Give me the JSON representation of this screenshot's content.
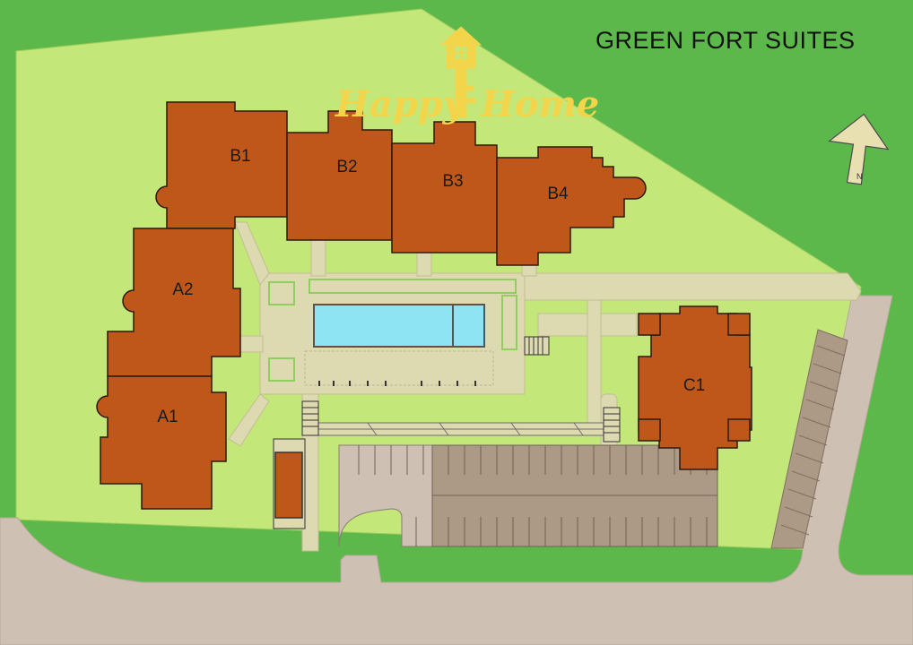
{
  "map": {
    "title": "GREEN FORT SUITES",
    "logo": {
      "text_part1": "Happy",
      "text_part2": "Home",
      "icon": "house-key-icon"
    },
    "north_arrow": {
      "label": "N",
      "icon": "north-arrow-icon"
    },
    "buildings": {
      "b1": "B1",
      "b2": "B2",
      "b3": "B3",
      "b4": "B4",
      "a1": "A1",
      "a2": "A2",
      "c1": "C1"
    },
    "colors": {
      "outer_green": "#5cb84a",
      "lawn": "#c3e879",
      "building": "#c0571a",
      "pool": "#8fe4f3",
      "paving": "#ddd9b1",
      "road": "#cfc0b4",
      "parking_shaded": "#ad9a86",
      "logo": "#f2d54a"
    }
  }
}
